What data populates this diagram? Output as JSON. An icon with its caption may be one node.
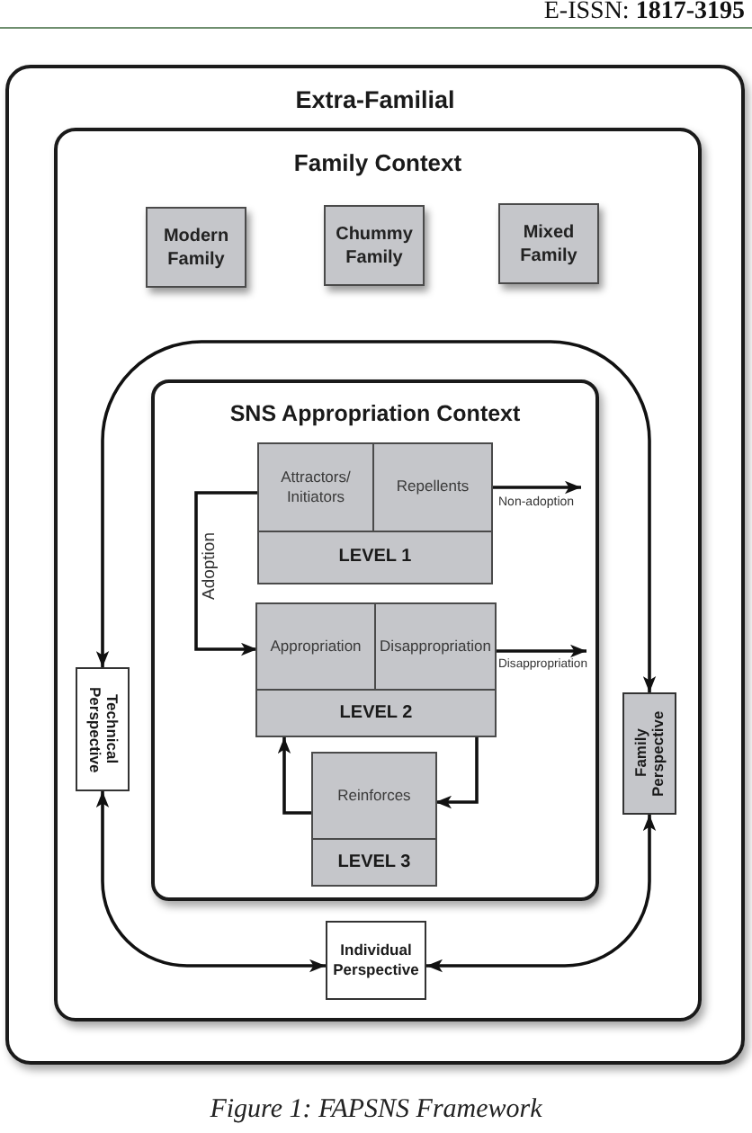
{
  "diagram": {
    "caption": "Figure 1: FAPSNS Framework",
    "nodes": [
      {
        "text": [
          "Extra-Familial"
        ]
      },
      {
        "text": [
          "Family Context"
        ],
        "in": 0
      },
      {
        "text": [
          "Modern Family"
        ],
        "in": 1
      },
      {
        "text": [
          "Chummy Family"
        ],
        "in": 1
      },
      {
        "text": [
          "Mixed Family"
        ],
        "in": 1
      },
      {
        "text": [
          "SNS Appropriation Context"
        ],
        "in": 1
      },
      {
        "text": [
          "LEVEL 1"
        ],
        "in": 5
      },
      {
        "text": [
          "Attractors/ Initiators"
        ],
        "in": 6
      },
      {
        "text": [
          "Repellents"
        ],
        "in": 6
      },
      {
        "text": [
          "LEVEL 2"
        ],
        "in": 5
      },
      {
        "text": [
          "Appropriation"
        ],
        "in": 9
      },
      {
        "text": [
          "Disappropriation"
        ],
        "in": 9
      },
      {
        "text": [
          "LEVEL 3"
        ],
        "in": 5
      },
      {
        "text": [
          "Reinforces"
        ],
        "in": 12
      },
      {
        "text": [
          "Technical Perspective"
        ],
        "in": 1
      },
      {
        "text": [
          "Family Perspective"
        ],
        "in": 1
      },
      {
        "text": [
          "Individual Perspective"
        ],
        "in": 1
      }
    ],
    "edges": [
      {
        "from": 14,
        "to": 15,
        "arrow": "both"
      },
      {
        "from": 7,
        "to": 10,
        "arrow": "to",
        "label": "Adoption"
      },
      {
        "from": 8,
        "to": null,
        "arrow": "to",
        "label": "Non-adoption"
      },
      {
        "from": 11,
        "to": null,
        "arrow": "to",
        "label": "Disappropriation"
      },
      {
        "from": 9,
        "to": 13,
        "arrow": "to"
      },
      {
        "from": 13,
        "to": 9,
        "arrow": "to"
      },
      {
        "from": 14,
        "to": 16,
        "arrow": "both"
      },
      {
        "from": 15,
        "to": 16,
        "arrow": "both"
      }
    ],
    "labels": [
      "E-ISSN: **1817-3195**"
    ]
  }
}
